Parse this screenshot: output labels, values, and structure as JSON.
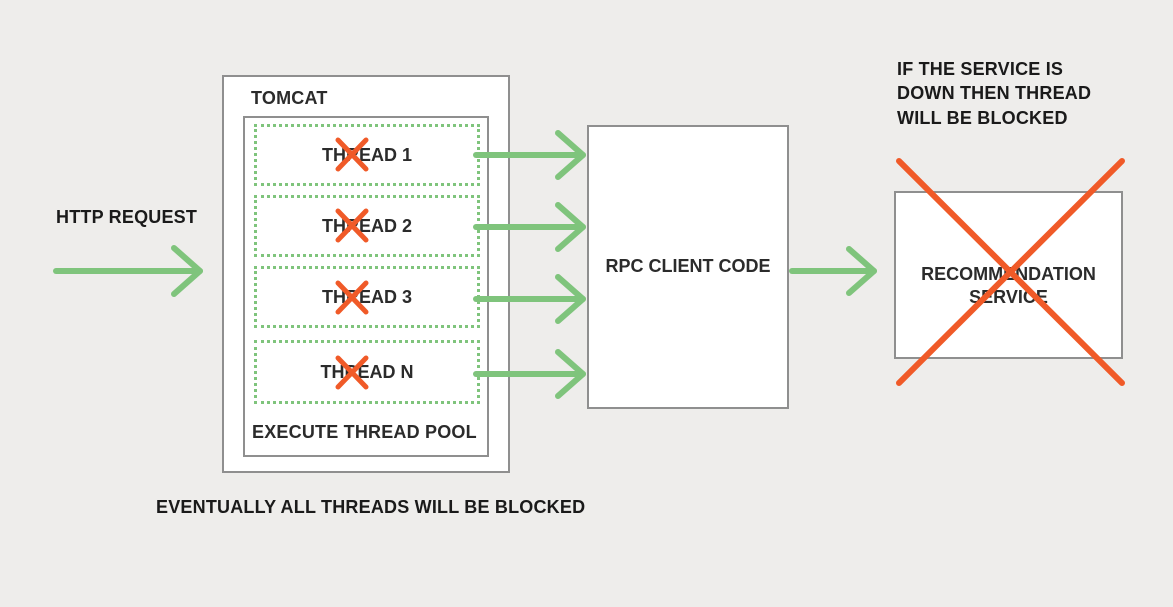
{
  "labels": {
    "http_request": "HTTP REQUEST",
    "tomcat": "TOMCAT",
    "execute_thread_pool": "EXECUTE THREAD POOL",
    "rpc_client_code": "RPC CLIENT CODE",
    "recommendation_service_line1": "RECOMMENDATION",
    "recommendation_service_line2": "SERVICE",
    "service_down_note": [
      "IF THE SERVICE IS",
      "DOWN THEN THREAD",
      "WILL BE BLOCKED"
    ],
    "eventually_blocked": "EVENTUALLY ALL THREADS WILL BE BLOCKED"
  },
  "threads": [
    {
      "label": "THREAD 1",
      "blocked": true
    },
    {
      "label": "THREAD 2",
      "blocked": true
    },
    {
      "label": "THREAD 3",
      "blocked": true
    },
    {
      "label": "THREAD N",
      "blocked": true
    }
  ],
  "colors": {
    "background": "#eeedeb",
    "arrow_green": "#7fc47c",
    "block_red": "#f05a28",
    "box_border": "#8f8f8f"
  }
}
